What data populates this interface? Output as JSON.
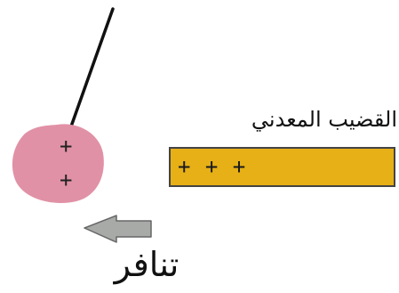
{
  "rod": {
    "label": "القضيب المعدني",
    "charges": "+ + +",
    "color": "#e6b016"
  },
  "ball": {
    "color": "#e191a6",
    "charges": [
      "+",
      "+"
    ]
  },
  "force": {
    "label": "تنافر",
    "arrow_color": "#a8aaa8",
    "direction": "left"
  },
  "icons": {
    "thread": "suspension-thread",
    "arrow": "repulsion-arrow-icon"
  }
}
